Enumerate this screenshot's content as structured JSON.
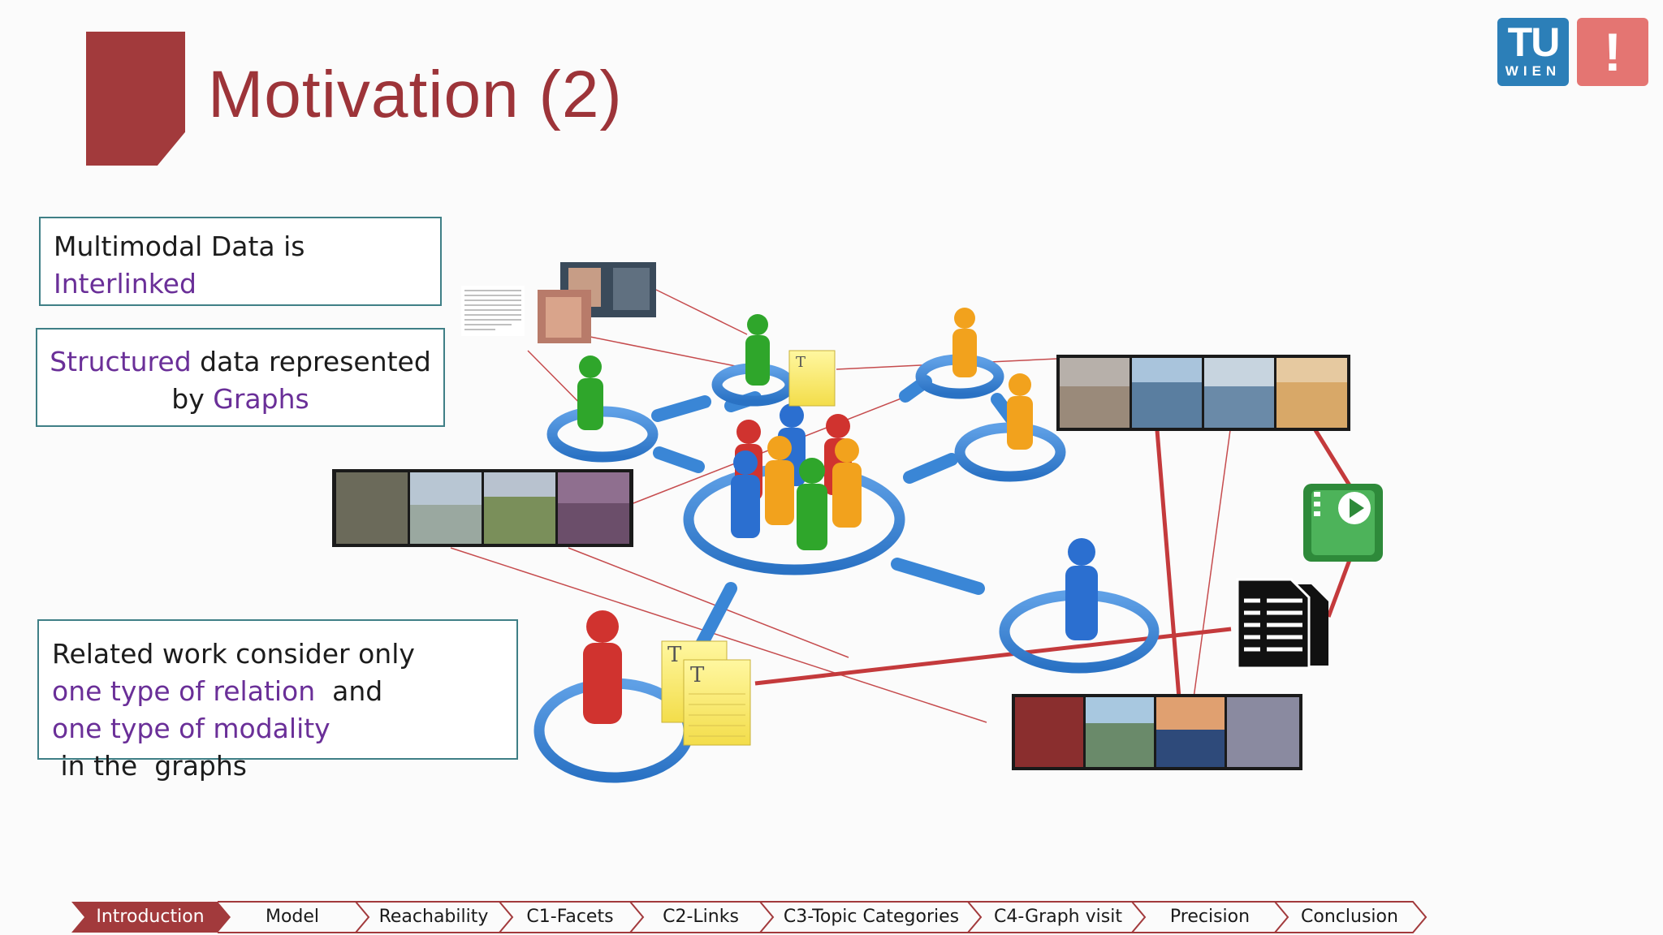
{
  "slide": {
    "title": "Motivation (2)"
  },
  "logo": {
    "tu_text": "TU",
    "wien_text": "WIEN",
    "exclamation": "!"
  },
  "boxes": {
    "box1": {
      "line1": "Multimodal Data is",
      "line2": "Interlinked"
    },
    "box2": {
      "part1": "Structured",
      "part2": " data represented",
      "part3": "by ",
      "part4": "Graphs"
    },
    "box3": {
      "line1": "Related work consider only",
      "line2a": "one type of relation",
      "line2b": "  and",
      "line3a": "one type of modality",
      "line3b": " in the  graphs"
    }
  },
  "nav": {
    "items": [
      {
        "label": "Introduction",
        "active": true
      },
      {
        "label": "Model",
        "active": false
      },
      {
        "label": "Reachability",
        "active": false
      },
      {
        "label": "C1-Facets",
        "active": false
      },
      {
        "label": "C2-Links",
        "active": false
      },
      {
        "label": "C3-Topic Categories",
        "active": false
      },
      {
        "label": "C4-Graph visit",
        "active": false
      },
      {
        "label": "Precision",
        "active": false
      },
      {
        "label": "Conclusion",
        "active": false
      }
    ]
  },
  "colors": {
    "title": "#9d3439",
    "accent_purple": "#6a2f98",
    "box_border": "#3f7f86",
    "nav_active": "#a23a3c",
    "link_line": "#c0393b",
    "ring_blue": "#3f8ad8"
  }
}
